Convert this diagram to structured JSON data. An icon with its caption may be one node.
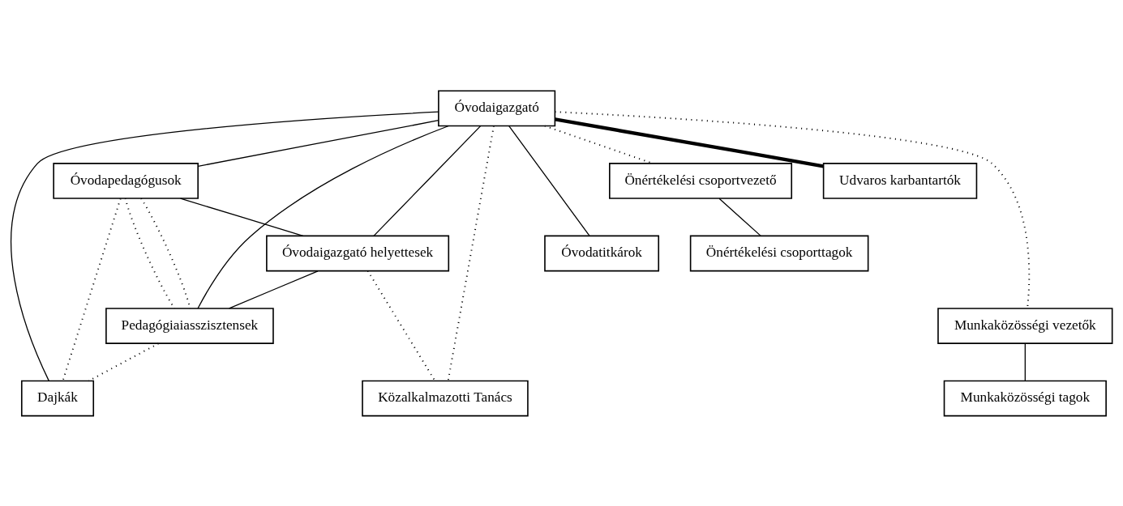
{
  "diagram": {
    "nodes": [
      {
        "text": [
          "Óvodaigazgató"
        ]
      },
      {
        "text": [
          "Óvodapedagógusok"
        ]
      },
      {
        "text": [
          "Óvodaigazgató helyettesek"
        ]
      },
      {
        "text": [
          "Óvodatitkárok"
        ]
      },
      {
        "text": [
          "Önértékelési csoportvezető"
        ]
      },
      {
        "text": [
          "Önértékelési csoporttagok"
        ]
      },
      {
        "text": [
          "Pedagógiaiasszisztensek"
        ]
      },
      {
        "text": [
          "Dajkák"
        ]
      },
      {
        "text": [
          "Udvaros karbantartók"
        ]
      },
      {
        "text": [
          "Közalkalmazotti Tanács"
        ]
      },
      {
        "text": [
          "Munkaközösségi vezetők"
        ]
      },
      {
        "text": [
          "Munkaközösségi tagok"
        ]
      }
    ],
    "edges": [
      {
        "from": 0,
        "to": 1,
        "arrow": "none"
      },
      {
        "from": 0,
        "to": 2,
        "arrow": "none"
      },
      {
        "from": 0,
        "to": 3,
        "arrow": "none"
      },
      {
        "from": 0,
        "to": 4,
        "arrow": "none",
        "style": "dashed"
      },
      {
        "from": 0,
        "to": 9,
        "arrow": "none",
        "style": "dashed"
      },
      {
        "from": 0,
        "to": 10,
        "arrow": "none",
        "style": "dashed"
      },
      {
        "from": 0,
        "to": 6,
        "arrow": "none"
      },
      {
        "from": 0,
        "to": 7,
        "arrow": "none"
      },
      {
        "from": 0,
        "to": 8,
        "arrow": "none",
        "style": "thick"
      },
      {
        "from": 1,
        "to": 2,
        "arrow": "none"
      },
      {
        "from": 1,
        "to": 6,
        "arrow": "none",
        "style": "dashed"
      },
      {
        "from": 1,
        "to": 6,
        "arrow": "none",
        "style": "dashed"
      },
      {
        "from": 1,
        "to": 7,
        "arrow": "none",
        "style": "dashed"
      },
      {
        "from": 2,
        "to": 6,
        "arrow": "none"
      },
      {
        "from": 6,
        "to": 7,
        "arrow": "none",
        "style": "dashed"
      },
      {
        "from": 2,
        "to": 9,
        "arrow": "none",
        "style": "dashed"
      },
      {
        "from": 4,
        "to": 5,
        "arrow": "none"
      },
      {
        "from": 10,
        "to": 11,
        "arrow": "none"
      }
    ]
  }
}
